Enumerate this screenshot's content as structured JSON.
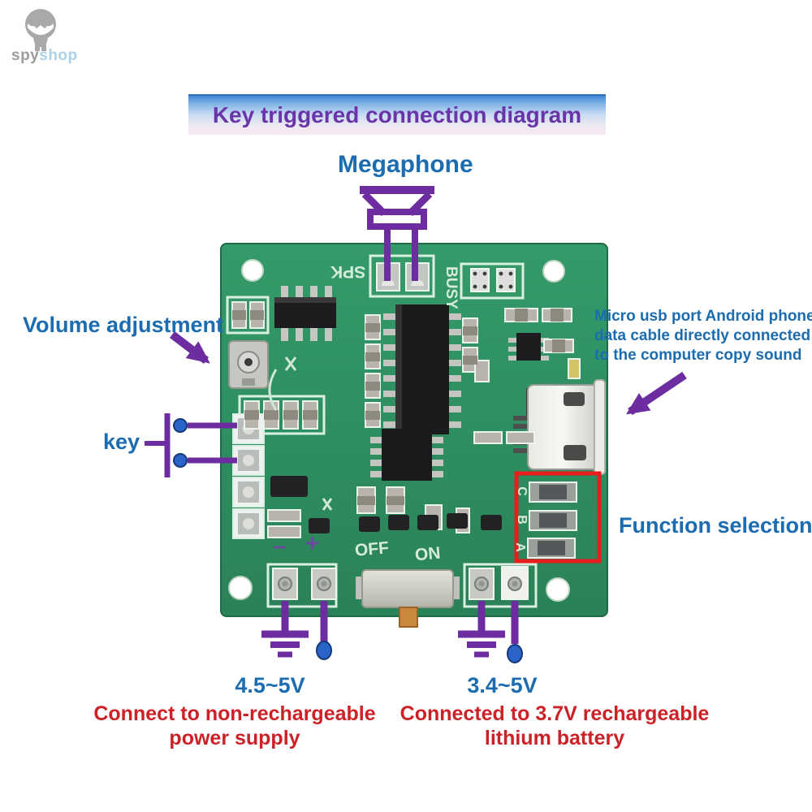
{
  "logo": {
    "brand_primary": "spy",
    "brand_secondary": "shop"
  },
  "banner": {
    "title": "Key triggered connection diagram"
  },
  "labels": {
    "megaphone": "Megaphone",
    "volume": "Volume adjustment",
    "key": "key",
    "usb_note": [
      "Micro usb port Android phone",
      "data cable directly connected",
      "to the computer copy sound"
    ],
    "function_selection": "Function selection",
    "left_voltage": "4.5~5V",
    "right_voltage": "3.4~5V",
    "left_power": [
      "Connect to non-rechargeable",
      "power supply"
    ],
    "right_power": [
      "Connected to 3.7V rechargeable",
      "lithium battery"
    ]
  },
  "silkscreen": {
    "spk": "SPK",
    "busy": "BUSY",
    "off": "OFF",
    "on": "ON",
    "minus": "–",
    "plus": "+",
    "func_c": "C",
    "func_b": "B",
    "func_a": "A"
  },
  "colors": {
    "label_blue": "#1b6cb0",
    "label_red": "#cc2127",
    "annotation_purple": "#6d2da0",
    "board_green": "#2e8f60",
    "highlight_red": "#e81e1e",
    "title_purple": "#6a35a8",
    "silkscreen_white": "#d5ecdc",
    "logo_grey": "#9c9c9c",
    "logo_blue": "#a9d2e8"
  }
}
